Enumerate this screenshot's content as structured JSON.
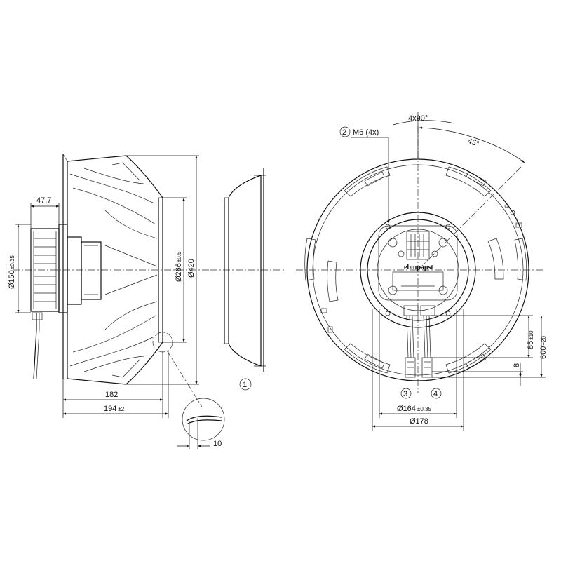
{
  "drawing": {
    "side_view": {
      "dim_47_7": "47.7",
      "dim_150_main": "Ø150",
      "dim_150_tol": "±0.35",
      "dim_266_main": "Ø266",
      "dim_266_tol": "±0.5",
      "dim_420": "Ø420",
      "dim_182": "182",
      "dim_194_main": "194",
      "dim_194_tol": "±2",
      "dim_10": "10"
    },
    "inlet_ring": {
      "callout_1": "1"
    },
    "front_view": {
      "callout_2": "2",
      "screw_label": "M6 (4x)",
      "angle_4x90": "4x90°",
      "angle_45": "45°",
      "logo": "ebmpapst",
      "callout_3": "3",
      "callout_4": "4",
      "dim_164_main": "Ø164",
      "dim_164_tol": "±0.35",
      "dim_178": "Ø178",
      "dim_85_main": "85",
      "dim_85_tol": "±10",
      "dim_600_main": "600",
      "dim_600_tol": "+20",
      "dim_8": "8"
    }
  }
}
